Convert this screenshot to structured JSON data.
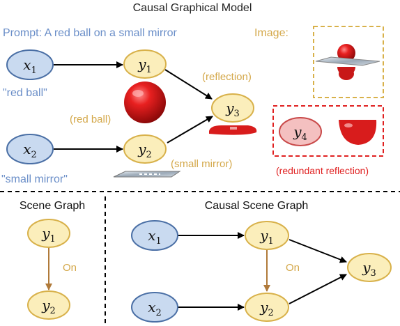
{
  "title": "Causal Graphical Model",
  "prompt_label": "Prompt: A red ball on a small mirror",
  "image_label": "Image:",
  "nodes": {
    "x1": {
      "var": "x",
      "sub": "1"
    },
    "x2": {
      "var": "x",
      "sub": "2"
    },
    "y1": {
      "var": "y",
      "sub": "1"
    },
    "y2": {
      "var": "y",
      "sub": "2"
    },
    "y3": {
      "var": "y",
      "sub": "3"
    },
    "y4": {
      "var": "y",
      "sub": "4"
    }
  },
  "labels": {
    "red_ball_quote": "\"red ball\"",
    "small_mirror_quote": "\"small mirror\"",
    "reflection": "(reflection)",
    "red_ball": "(red ball)",
    "small_mirror": "(small mirror)",
    "redundant_reflection": "(redundant reflection)"
  },
  "scene_graph": {
    "title": "Scene Graph",
    "relation": "On"
  },
  "causal_scene_graph": {
    "title": "Causal Scene Graph",
    "relation": "On"
  },
  "colors": {
    "blue_fill": "#c9daf0",
    "blue_stroke": "#4a6fa5",
    "blue_text": "#6a8ec8",
    "yellow_fill": "#fbeebb",
    "yellow_stroke": "#d8b14a",
    "yellow_text": "#d4a84a",
    "red_fill": "#f4c0c0",
    "red_stroke": "#c94a4a",
    "red_text": "#e02020",
    "arrow_brown": "#b07a3a"
  }
}
